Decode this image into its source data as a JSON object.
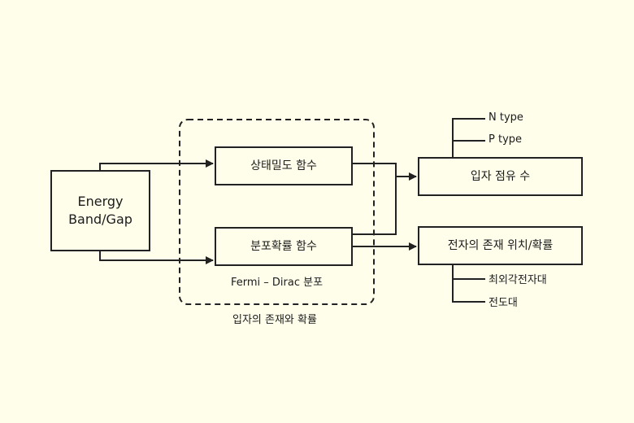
{
  "diagram": {
    "source": {
      "line1": "Energy",
      "line2": "Band/Gap"
    },
    "group": {
      "caption": "입자의 존재와 확률",
      "nodes": {
        "density_of_states": "상태밀도 함수",
        "distribution": "분포확률 함수"
      },
      "note": "Fermi  –  Dirac 분포"
    },
    "outputs": {
      "occupancy": {
        "label": "입자 점유 수",
        "branches": [
          "N type",
          "P type"
        ]
      },
      "electron_position": {
        "label": "전자의 존재 위치/확률",
        "branches": [
          "최외각전자대",
          "전도대"
        ]
      }
    },
    "colors": {
      "background": "#fffeeb",
      "stroke": "#222222"
    }
  }
}
